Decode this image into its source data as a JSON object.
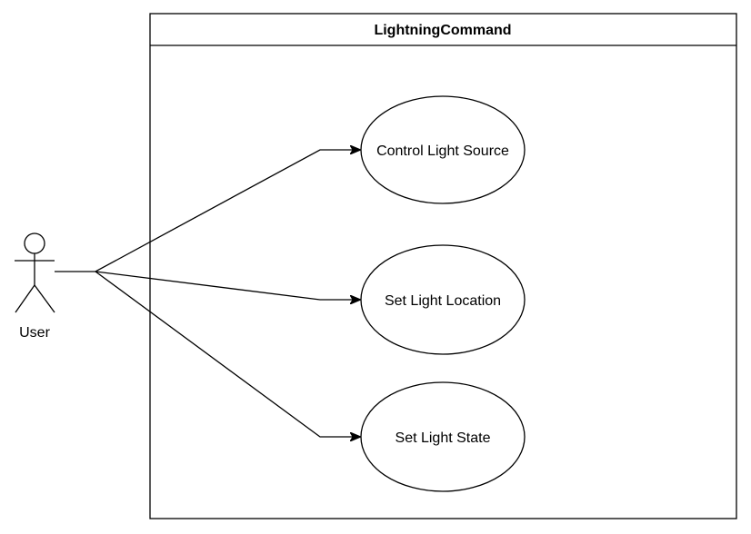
{
  "system": {
    "title": "LightningCommand"
  },
  "actor": {
    "label": "User"
  },
  "use_cases": [
    {
      "label": "Control Light Source"
    },
    {
      "label": "Set Light Location"
    },
    {
      "label": "Set Light State"
    }
  ],
  "associations": [
    {
      "from": "User",
      "to": "Control Light Source"
    },
    {
      "from": "User",
      "to": "Set Light Location"
    },
    {
      "from": "User",
      "to": "Set Light State"
    }
  ]
}
